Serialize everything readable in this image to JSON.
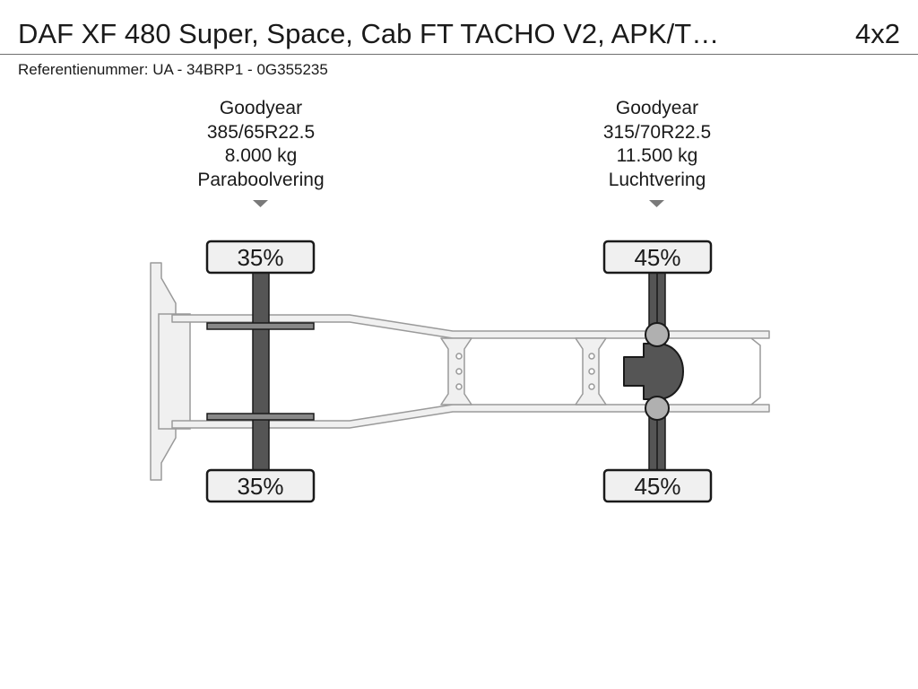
{
  "header": {
    "title": "DAF XF 480 Super, Space, Cab FT TACHO V2, APK/T…",
    "axle_config": "4x2",
    "reference": "Referentienummer: UA - 34BRP1 - 0G355235"
  },
  "axles": [
    {
      "position": "front",
      "brand": "Goodyear",
      "tire_size": "385/65R22.5",
      "load": "8.000 kg",
      "suspension": "Paraboolvering",
      "top_pct": "35%",
      "bottom_pct": "35%"
    },
    {
      "position": "rear",
      "brand": "Goodyear",
      "tire_size": "315/70R22.5",
      "load": "11.500 kg",
      "suspension": "Luchtvering",
      "top_pct": "45%",
      "bottom_pct": "45%"
    }
  ],
  "colors": {
    "frame_fill": "#f0f0f0",
    "frame_stroke": "#9a9a9a",
    "axle": "#555555",
    "label_fill": "#f0f0f0",
    "marker": "#7a7a7a"
  }
}
